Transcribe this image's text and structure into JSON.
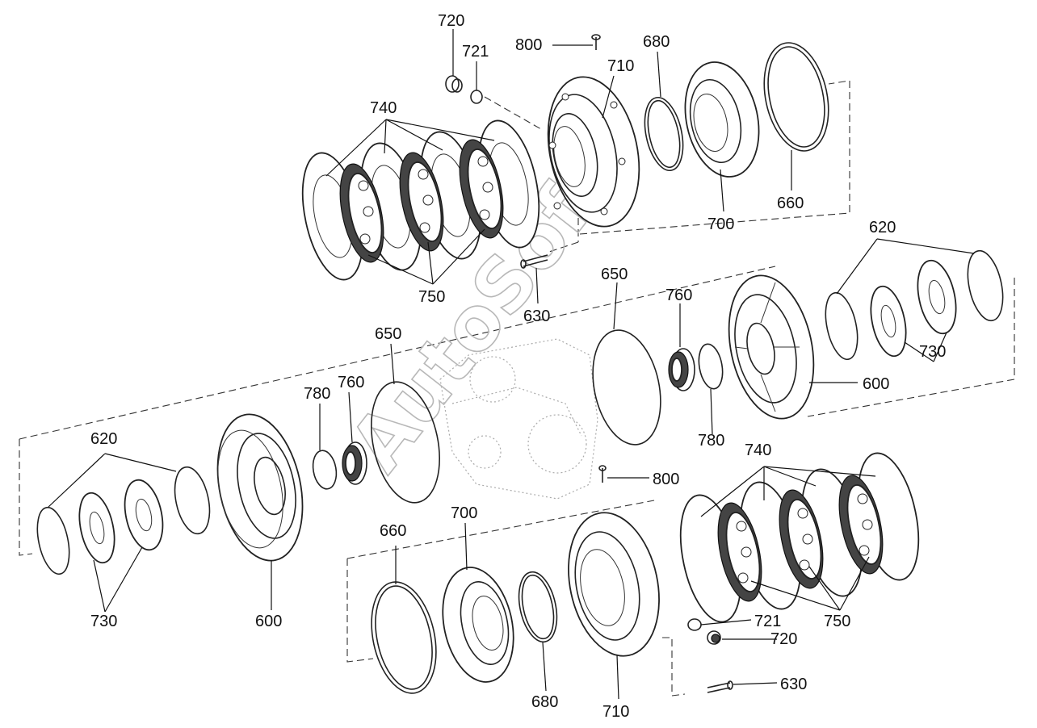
{
  "watermark": "AutoSoft",
  "labels": {
    "l720_top": "720",
    "l721_top": "721",
    "l800_top": "800",
    "l710_top": "710",
    "l680_top": "680",
    "l740_top": "740",
    "l750_top": "750",
    "l700_top": "700",
    "l660_top": "660",
    "l630_mid": "630",
    "l650_mid": "650",
    "l760_mid": "760",
    "l620_right": "620",
    "l600_right": "600",
    "l730_right": "730",
    "l780_right": "780",
    "l650_left": "650",
    "l780_left": "780",
    "l760_left": "760",
    "l620_left": "620",
    "l730_left": "730",
    "l600_left": "600",
    "l800_bot": "800",
    "l740_bot": "740",
    "l700_bot": "700",
    "l660_bot": "660",
    "l680_bot": "680",
    "l710_bot": "710",
    "l721_bot": "721",
    "l720_bot": "720",
    "l750_bot": "750",
    "l630_bot": "630"
  }
}
